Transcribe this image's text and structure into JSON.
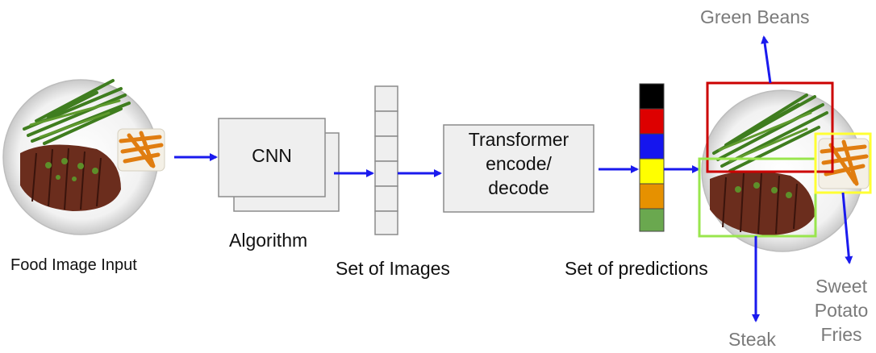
{
  "labels": {
    "food_input": "Food Image Input",
    "cnn": "CNN",
    "algorithm": "Algorithm",
    "set_of_images": "Set of Images",
    "transformer_line1": "Transformer",
    "transformer_line2": "encode/",
    "transformer_line3": "decode",
    "set_of_predictions": "Set of predictions",
    "green_beans": "Green Beans",
    "steak": "Steak",
    "sweet_line1": "Sweet",
    "sweet_line2": "Potato",
    "sweet_line3": "Fries"
  },
  "colors": {
    "arrow": "#1a1aee",
    "box_fill": "#efefef",
    "box_stroke": "#8c8c8c",
    "prediction_slots": [
      "#000000",
      "#dd0000",
      "#1515ee",
      "#ffff00",
      "#e69100",
      "#6aa84f"
    ],
    "green_beans_box": "#cc0000",
    "steak_box": "#99e64d",
    "fries_box": "#ffff33"
  },
  "icons": {
    "plate_image": "food-plate-icon"
  }
}
